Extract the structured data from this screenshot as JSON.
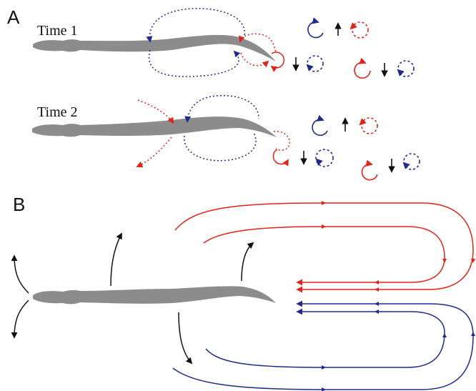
{
  "panels": [
    {
      "letter": "A"
    },
    {
      "letter": "B"
    }
  ],
  "time_labels": [
    "Time 1",
    "Time 2"
  ],
  "colors": {
    "fish": "#8c8c8c",
    "red": "#e2231a",
    "blue": "#1f2a8c",
    "black": "#111111"
  }
}
